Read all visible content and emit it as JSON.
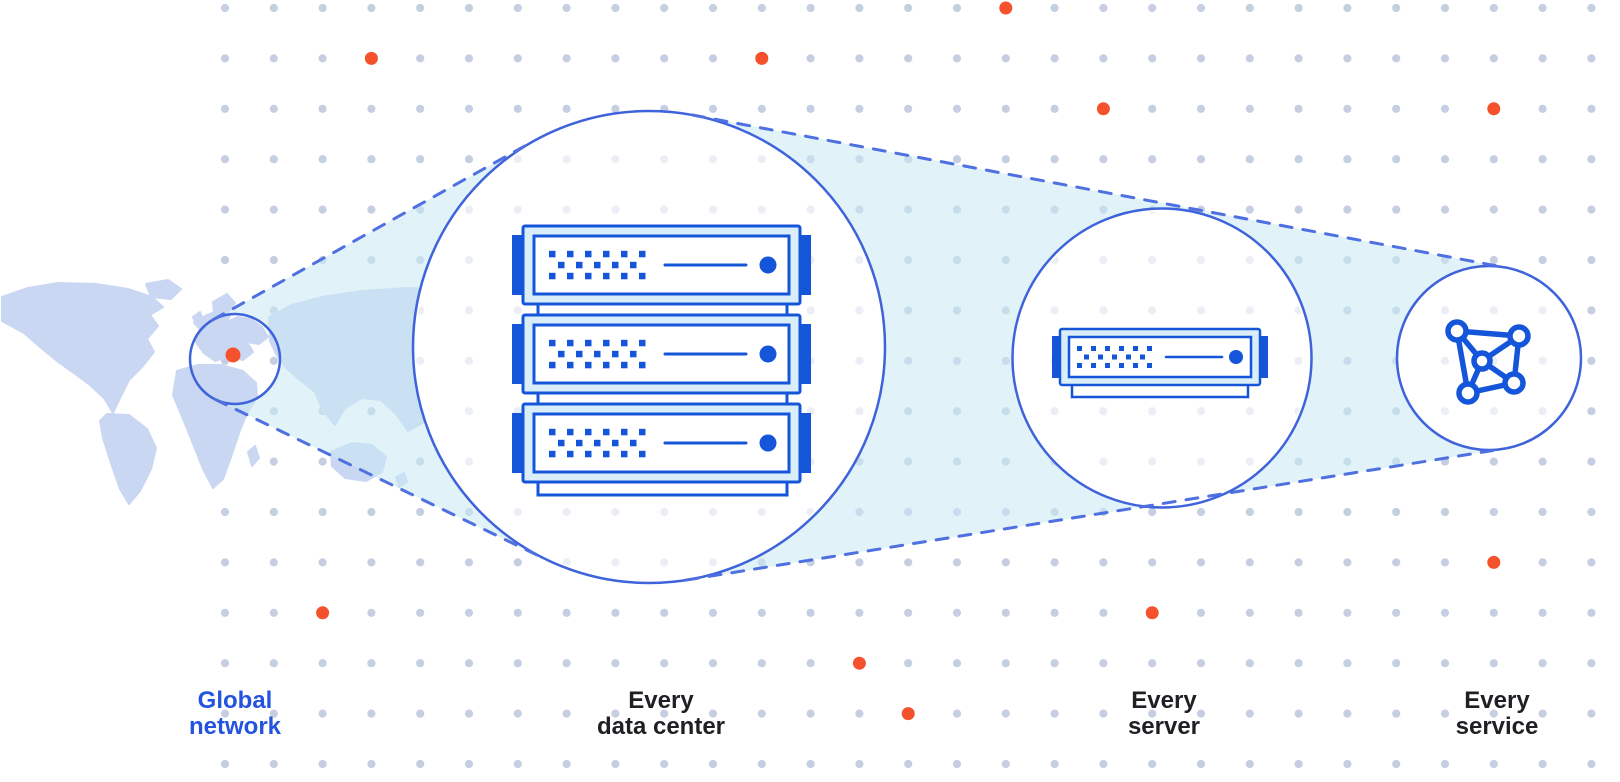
{
  "diagram_title": "global network zoom diagram",
  "labels": {
    "global_network": {
      "line1": "Global",
      "line2": "network"
    },
    "every_data_center": {
      "line1": "Every",
      "line2": "data center"
    },
    "every_server": {
      "line1": "Every",
      "line2": "server"
    },
    "every_service": {
      "line1": "Every",
      "line2": "service"
    }
  },
  "stages": [
    {
      "id": "global-network",
      "icon": "world-map-with-location-dot"
    },
    {
      "id": "every-data-center",
      "icon": "server-rack",
      "server_units": 3
    },
    {
      "id": "every-server",
      "icon": "server",
      "server_units": 1
    },
    {
      "id": "every-service",
      "icon": "network-mesh"
    }
  ],
  "colors": {
    "background": "#FFFFFF",
    "accent_blue": "#1455DA",
    "circle_stroke": "#3E63DA",
    "dashed_line": "#4F70E0",
    "cone_fill": "#C9E9F2",
    "map_fill": "#CAD7F2",
    "grid_dot": "#C6CEE2",
    "grid_dot_faint": "#EBEEF4",
    "highlight_orange": "#F4512C",
    "server_panel_fill": "#D9EEF8",
    "server_inner_fill": "#FFFFFF",
    "label_dark": "#1E2023",
    "label_blue": "#2454DF"
  },
  "grid": {
    "orange_dot_cells": [
      [
        16,
        0
      ],
      [
        3,
        1
      ],
      [
        11,
        1
      ],
      [
        18,
        2
      ],
      [
        26,
        2
      ],
      [
        26,
        11
      ],
      [
        2,
        12
      ],
      [
        19,
        12
      ],
      [
        13,
        13
      ],
      [
        14,
        14
      ]
    ]
  },
  "map_marker": {
    "region": "europe",
    "marker": "orange-location-dot"
  }
}
